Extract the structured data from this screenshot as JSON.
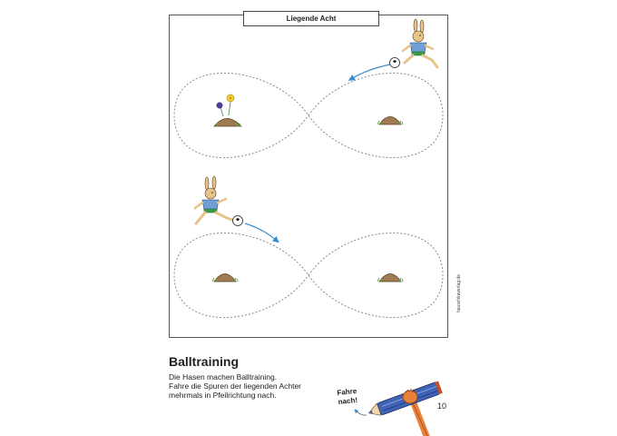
{
  "worksheet": {
    "title": "Liegende Acht",
    "side_credit": "hauschkaverlag.de"
  },
  "exercise": {
    "heading": "Balltraining",
    "instructions": [
      "Die Hasen machen Balltraining.",
      "Fahre die Spuren der liegenden Achter",
      "mehrmals in Pfeilrichtung nach."
    ]
  },
  "hint": {
    "bubble_lines": [
      "Fahre",
      "nach!"
    ]
  },
  "page": {
    "number": "10"
  },
  "colors": {
    "trace_line": "#8a8a8a",
    "arrow": "#3a8fd0",
    "pencil_blue": "#3f63b5",
    "hand_orange": "#e8813a",
    "rabbit_fur": "#e6c48a",
    "rabbit_shirt": "#6f9fd6",
    "rabbit_pants": "#3f9a4a",
    "molehill": "#a07a52",
    "grass": "#5aaa3c"
  }
}
